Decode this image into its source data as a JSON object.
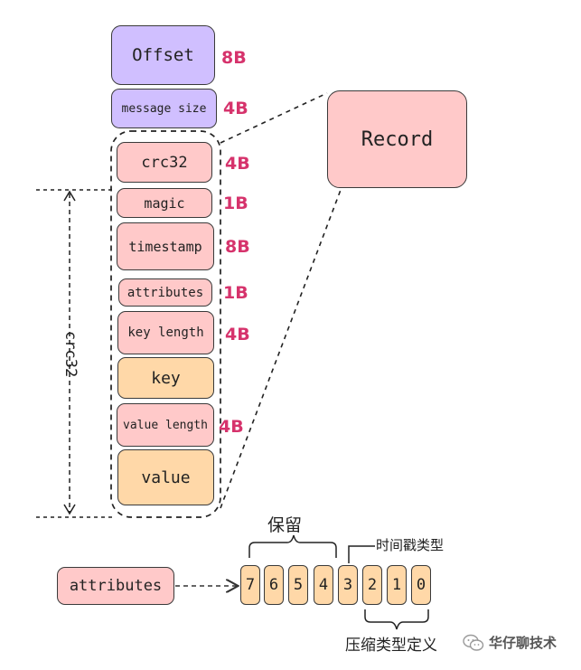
{
  "header_fields": [
    {
      "name": "Offset",
      "size": "8B"
    },
    {
      "name": "message size",
      "size": "4B"
    }
  ],
  "record_fields": [
    {
      "name": "crc32",
      "size": "4B"
    },
    {
      "name": "magic",
      "size": "1B"
    },
    {
      "name": "timestamp",
      "size": "8B"
    },
    {
      "name": "attributes",
      "size": "1B"
    },
    {
      "name": "key length",
      "size": "4B"
    },
    {
      "name": "key",
      "size": ""
    },
    {
      "name": "value length",
      "size": "4B"
    },
    {
      "name": "value",
      "size": ""
    }
  ],
  "record_label": "Record",
  "crc_span_label": "crc32",
  "attributes_box": "attributes",
  "bits": [
    "7",
    "6",
    "5",
    "4",
    "3",
    "2",
    "1",
    "0"
  ],
  "bit_groups": {
    "reserved": "保留",
    "timestamp_type": "时间戳类型",
    "compression_type": "压缩类型定义"
  },
  "watermark": "华仔聊技术",
  "colors": {
    "purple": "#d0bfff",
    "pink": "#ffc9c9",
    "orange": "#ffd8a8",
    "size_red": "#d6336c"
  }
}
